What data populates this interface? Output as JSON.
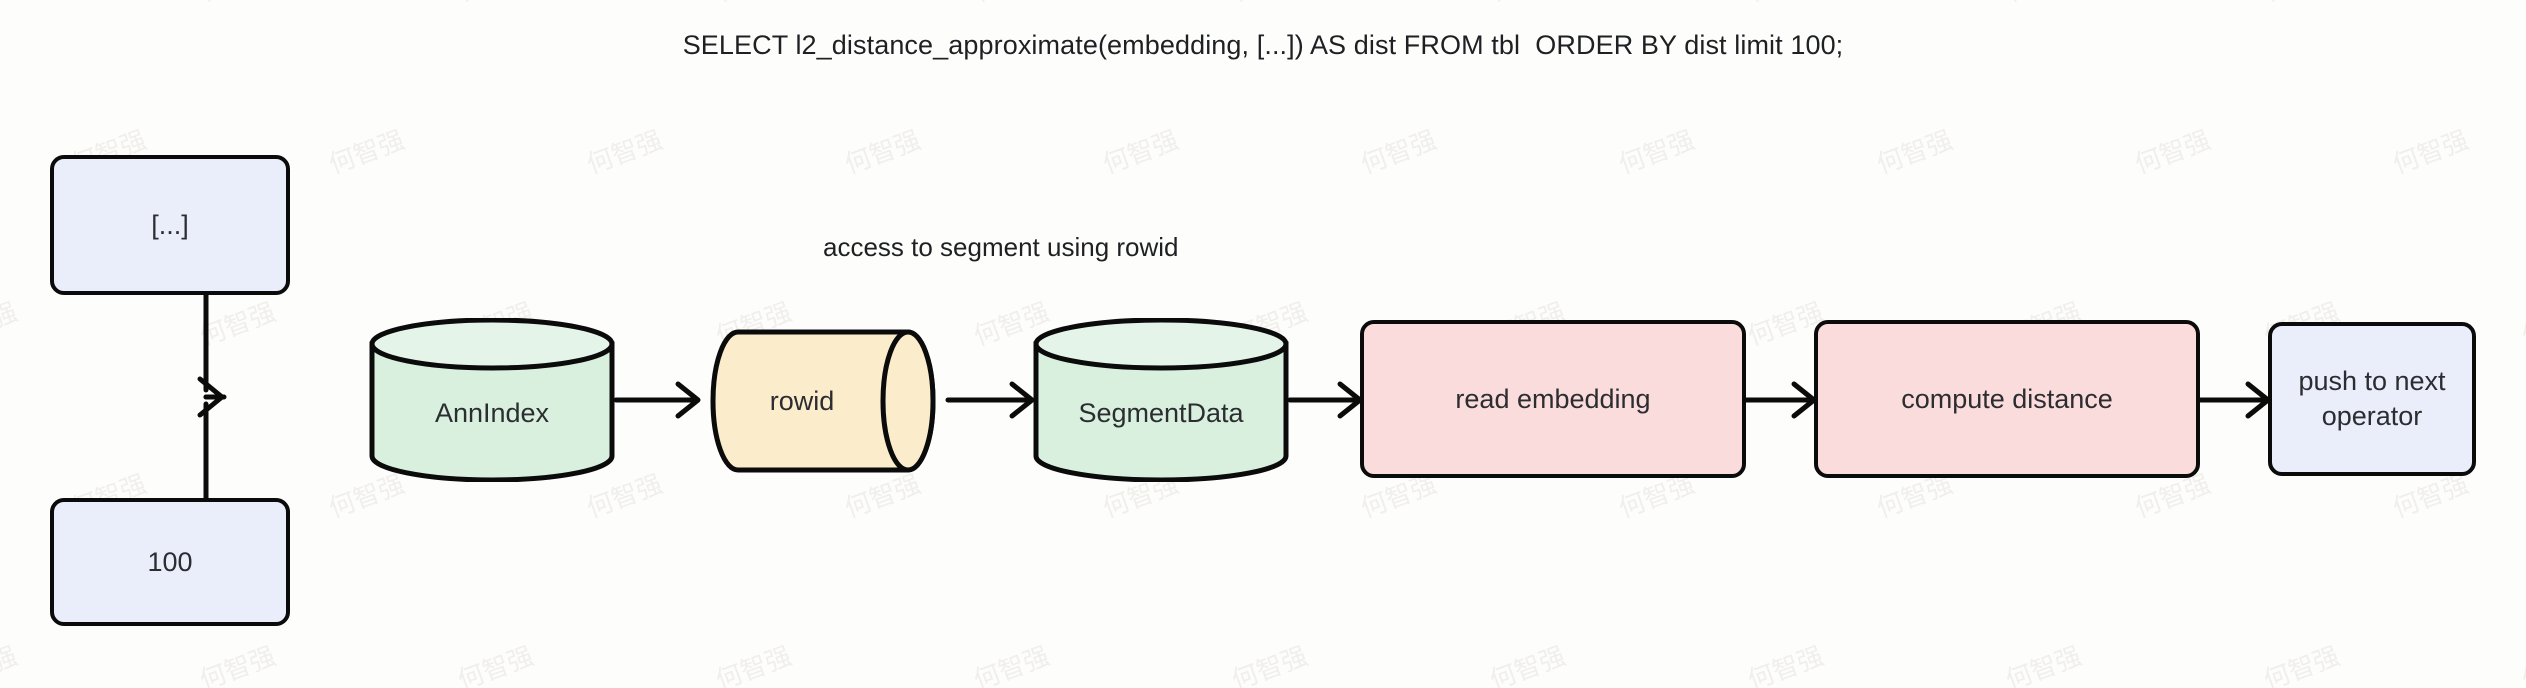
{
  "diagram": {
    "title": "SELECT l2_distance_approximate(embedding, [...]) AS dist FROM tbl  ORDER BY dist limit 100;",
    "edge_labels": [
      {
        "id": "access-to-segment",
        "text": "access to segment using rowid"
      }
    ],
    "watermark_text": "何智强",
    "colors": {
      "background": "#fdfdfb",
      "stroke": "#0b0b0c",
      "text": "#2b2d31",
      "lavender_fill": "#eaeefa",
      "pink_fill": "#fbdcdc",
      "mint_fill": "#d9f0df",
      "mint_top_fill": "#e4f4e8",
      "cream_fill": "#fbedcc",
      "watermark": "#f0efec"
    },
    "nodes": [
      {
        "id": "input-vector",
        "label": "[...]",
        "shape": "rounded-rect",
        "fill": "lavender"
      },
      {
        "id": "input-limit",
        "label": "100",
        "shape": "rounded-rect",
        "fill": "lavender"
      },
      {
        "id": "ann-index",
        "label": "AnnIndex",
        "shape": "cylinder-vertical",
        "fill": "mint"
      },
      {
        "id": "rowid",
        "label": "rowid",
        "shape": "cylinder-horizontal",
        "fill": "cream"
      },
      {
        "id": "segment-data",
        "label": "SegmentData",
        "shape": "cylinder-vertical",
        "fill": "mint"
      },
      {
        "id": "read-embedding",
        "label": "read embedding",
        "shape": "rounded-rect",
        "fill": "pink"
      },
      {
        "id": "compute-distance",
        "label": "compute distance",
        "shape": "rounded-rect",
        "fill": "pink"
      },
      {
        "id": "push-next",
        "label_line1": "push to next",
        "label_line2": "operator",
        "shape": "rounded-rect",
        "fill": "lavender"
      }
    ],
    "edges": [
      {
        "from": "input-vector",
        "to": "ann-index",
        "label": ""
      },
      {
        "from": "input-limit",
        "to": "ann-index",
        "label": ""
      },
      {
        "from": "ann-index",
        "to": "rowid",
        "label": ""
      },
      {
        "from": "rowid",
        "to": "segment-data",
        "label": "access to segment using rowid"
      },
      {
        "from": "segment-data",
        "to": "read-embedding",
        "label": ""
      },
      {
        "from": "read-embedding",
        "to": "compute-distance",
        "label": ""
      },
      {
        "from": "compute-distance",
        "to": "push-next",
        "label": ""
      }
    ]
  }
}
